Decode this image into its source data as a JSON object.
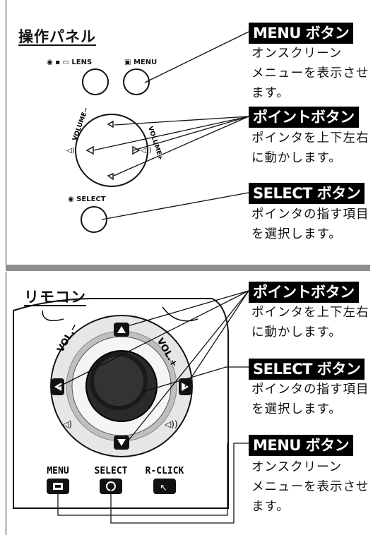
{
  "panel": {
    "title": "操作パネル",
    "lens_label": "LENS",
    "menu_label": "MENU",
    "select_label": "SELECT",
    "volume_minus_label": "VOLUME−",
    "volume_plus_label": "VOLUME+",
    "callouts": [
      {
        "label": "MENU ボタン",
        "lines": [
          "オンスクリーン",
          "メニューを表示させ",
          "ます。"
        ]
      },
      {
        "label": "ポイントボタン",
        "lines": [
          "ポインタを上下左右",
          "に動かします。"
        ]
      },
      {
        "label": "SELECT ボタン",
        "lines": [
          "ポインタの指す項目",
          "を選択します。"
        ]
      }
    ]
  },
  "remote": {
    "title": "リモコン",
    "vol_minus_label": "VOL.−",
    "vol_plus_label": "VOL.+",
    "bottom_buttons": [
      "MENU",
      "SELECT",
      "R-CLICK"
    ],
    "callouts": [
      {
        "label": "ポイントボタン",
        "lines": [
          "ポインタを上下左右",
          "に動かします。"
        ]
      },
      {
        "label": "SELECT ボタン",
        "lines": [
          "ポインタの指す項目",
          "を選択します。"
        ]
      },
      {
        "label": "MENU ボタン",
        "lines": [
          "オンスクリーン",
          "メニューを表示させ",
          "ます。"
        ]
      }
    ]
  }
}
